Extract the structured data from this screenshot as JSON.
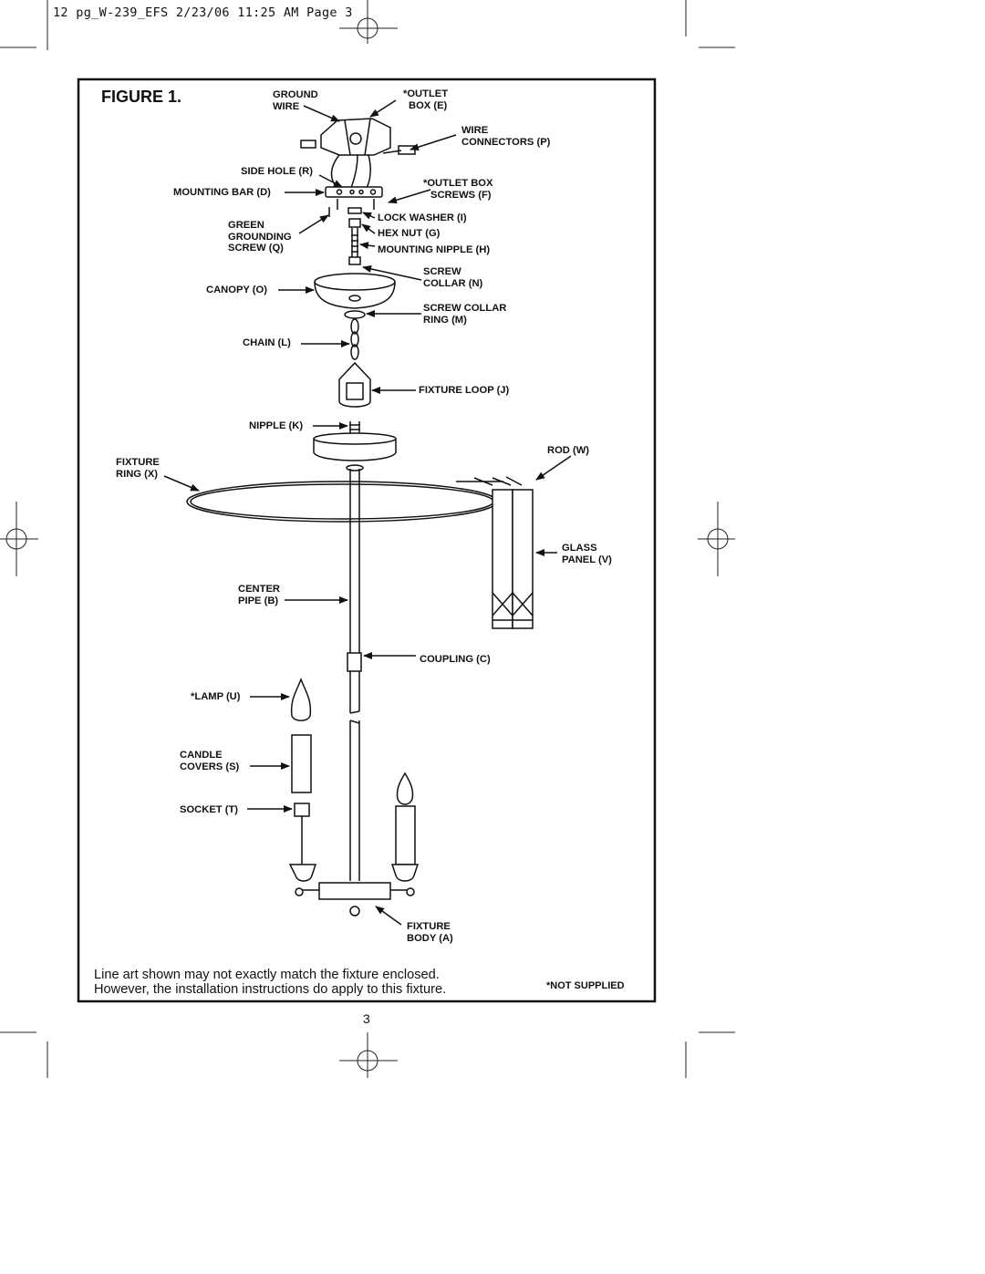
{
  "header_line": "12 pg_W-239_EFS  2/23/06  11:25 AM  Page  3",
  "figure_title": "FIGURE 1.",
  "labels": {
    "ground_wire": [
      "GROUND",
      "WIRE"
    ],
    "outlet_box": [
      "*OUTLET",
      "BOX (E)"
    ],
    "wire_connectors": [
      "WIRE",
      "CONNECTORS (P)"
    ],
    "side_hole": "SIDE HOLE (R)",
    "mounting_bar": "MOUNTING BAR (D)",
    "outlet_box_screws": [
      "*OUTLET BOX",
      "SCREWS (F)"
    ],
    "green_grounding_screw": [
      "GREEN",
      "GROUNDING",
      "SCREW (Q)"
    ],
    "lock_washer": "LOCK WASHER (I)",
    "hex_nut": "HEX NUT (G)",
    "mounting_nipple": "MOUNTING NIPPLE (H)",
    "screw_collar": [
      "SCREW",
      "COLLAR (N)"
    ],
    "canopy": "CANOPY (O)",
    "screw_collar_ring": [
      "SCREW COLLAR",
      "RING (M)"
    ],
    "chain": "CHAIN (L)",
    "fixture_loop": "FIXTURE LOOP (J)",
    "nipple": "NIPPLE (K)",
    "rod": "ROD (W)",
    "fixture_ring": [
      "FIXTURE",
      "RING (X)"
    ],
    "glass_panel": [
      "GLASS",
      "PANEL (V)"
    ],
    "center_pipe": [
      "CENTER",
      "PIPE (B)"
    ],
    "coupling": "COUPLING (C)",
    "lamp": "*LAMP (U)",
    "candle_covers": [
      "CANDLE",
      "COVERS (S)"
    ],
    "socket": "SOCKET (T)",
    "fixture_body": [
      "FIXTURE",
      "BODY (A)"
    ]
  },
  "caption_line1": "Line art shown may not exactly match the fixture enclosed.",
  "caption_line2": "However, the installation instructions do apply to this fixture.",
  "not_supplied": "*NOT SUPPLIED",
  "page_number": "3"
}
